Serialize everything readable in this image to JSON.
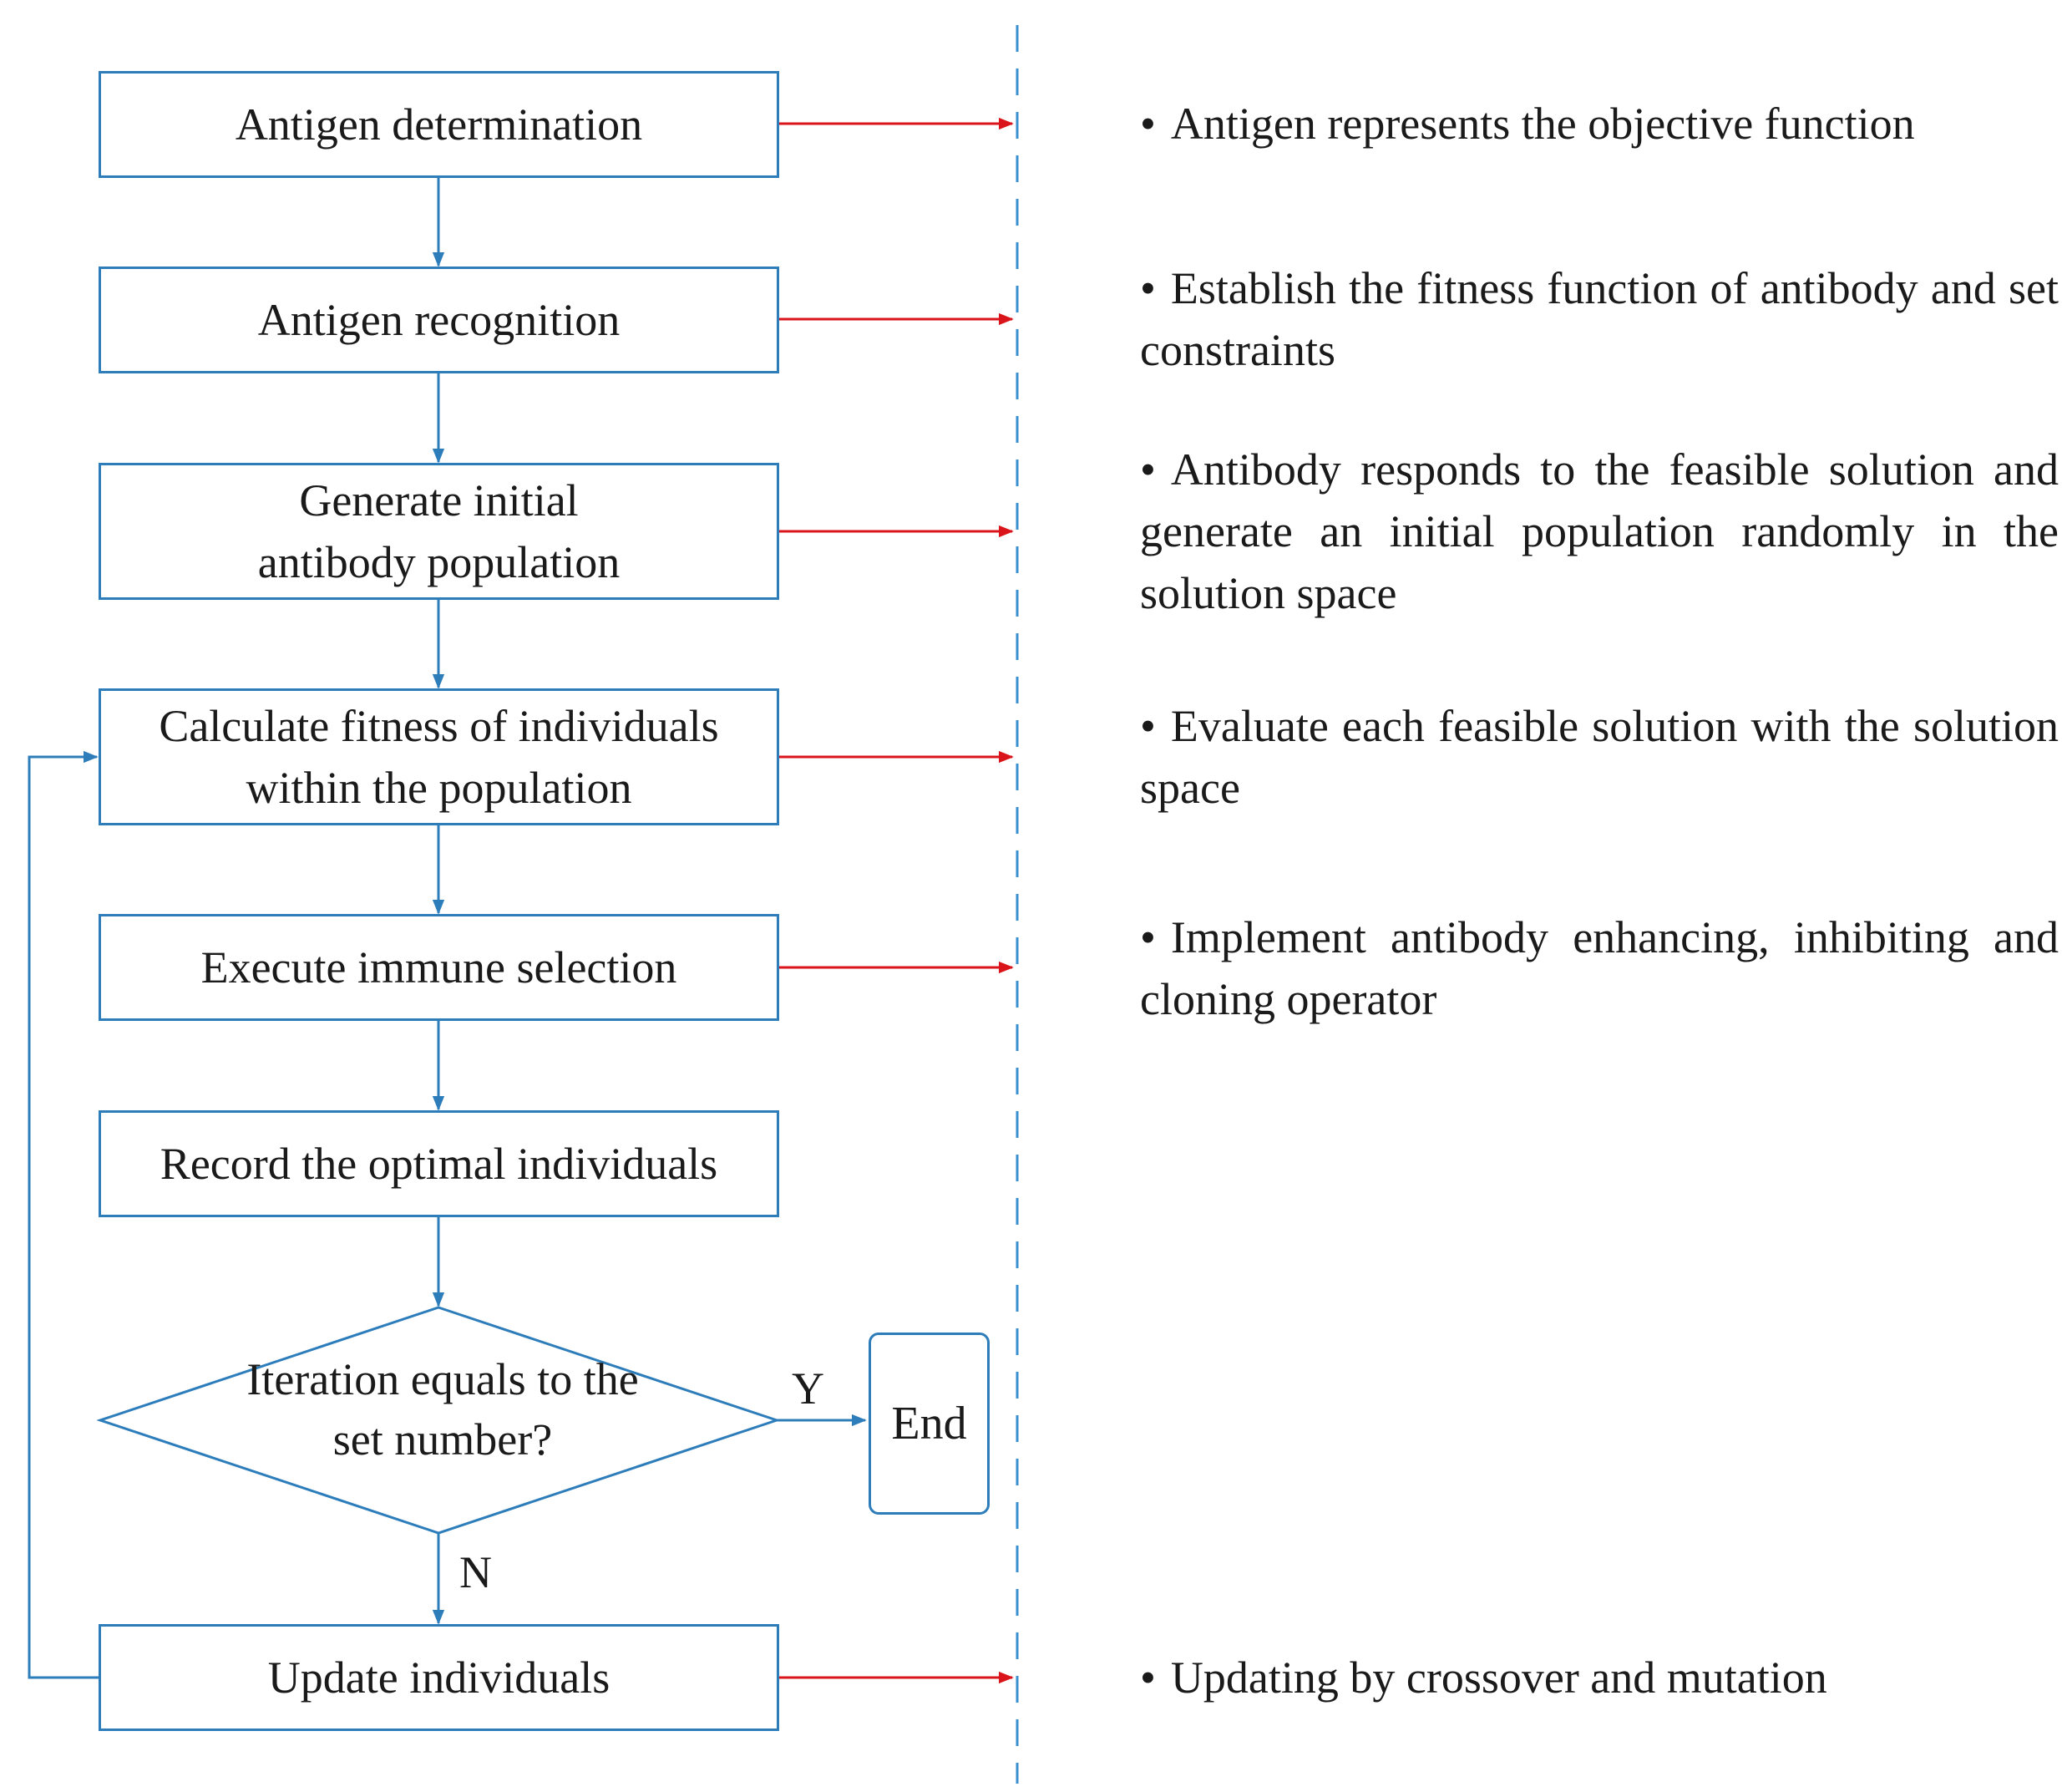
{
  "steps": {
    "antigen_determination": "Antigen determination",
    "antigen_recognition": "Antigen recognition",
    "generate_initial": "Generate initial antibody population",
    "calculate_fitness": "Calculate fitness of  individuals within the population",
    "immune_selection": "Execute immune selection",
    "record_optimal": "Record the optimal individuals",
    "update_individuals": "Update individuals"
  },
  "decision": {
    "question": "Iteration equals to the set number?",
    "yes_label": "Y",
    "no_label": "N",
    "end_label": "End"
  },
  "notes": {
    "bullet": "•",
    "antigen_determination": "Antigen represents the objective function",
    "antigen_recognition": "Establish the fitness function of antibody and set constraints",
    "generate_initial": "Antibody responds to the feasible solution and generate an initial population randomly in the solution space",
    "calculate_fitness": "Evaluate each feasible solution with the solution space",
    "immune_selection": "Implement antibody enhancing, inhibiting and cloning operator",
    "update_individuals": "Updating by crossover and mutation"
  },
  "colors": {
    "flow_blue": "#2e7dbb",
    "arrow_red": "#d9141b",
    "divider_blue": "#3a8fd0"
  }
}
